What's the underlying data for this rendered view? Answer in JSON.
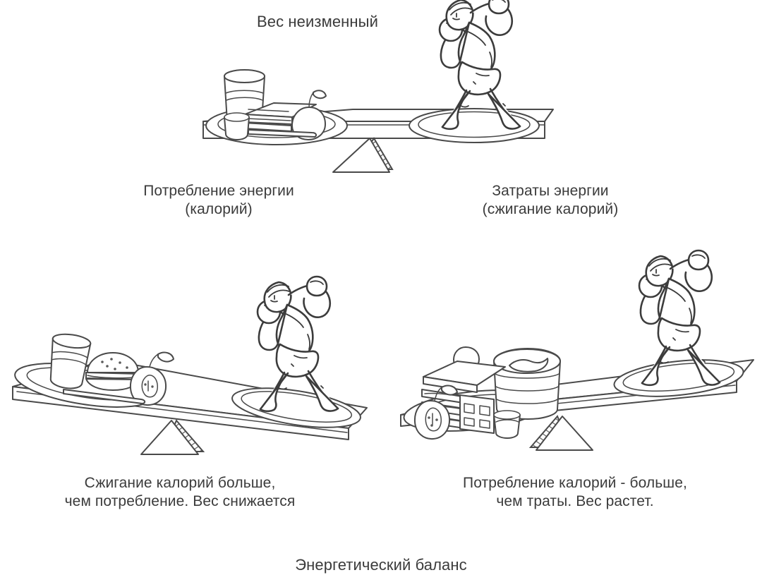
{
  "diagram": {
    "title": "Вес неизменный",
    "bottom_caption": "Энергетический баланс",
    "panels": [
      {
        "id": "balanced",
        "heading": "Вес неизменный",
        "left_caption": "Потребление энергии\n(калорий)",
        "right_caption": "Затраты энергии\n(сжигание калорий)",
        "tilt": "level",
        "left_side_items": [
          "glass-of-water",
          "sandwich",
          "apple",
          "plate"
        ],
        "right_side_items": [
          "exercising-person-with-dumbbells"
        ]
      },
      {
        "id": "weight-loss",
        "caption": "Сжигание калорий больше,\nчем потребление. Вес снижается",
        "tilt": "down-left",
        "left_side_items": [
          "glass-of-milk",
          "burger",
          "apple-half",
          "plate"
        ],
        "right_side_items": [
          "exercising-person-with-dumbbells"
        ]
      },
      {
        "id": "weight-gain",
        "caption": "Потребление калорий - больше,\nчем траты. Вес растет.",
        "tilt": "down-left",
        "left_side_items": [
          "sandwich-stack-with-cherry",
          "layer-cake",
          "apple-half",
          "cookie-stack",
          "plate"
        ],
        "right_side_items": [
          "exercising-person-with-dumbbells"
        ]
      }
    ],
    "colors": {
      "background": "#ffffff",
      "line": "#4a4a4a",
      "figure_line": "#3c3c3c",
      "text": "#3b3b3b"
    }
  }
}
